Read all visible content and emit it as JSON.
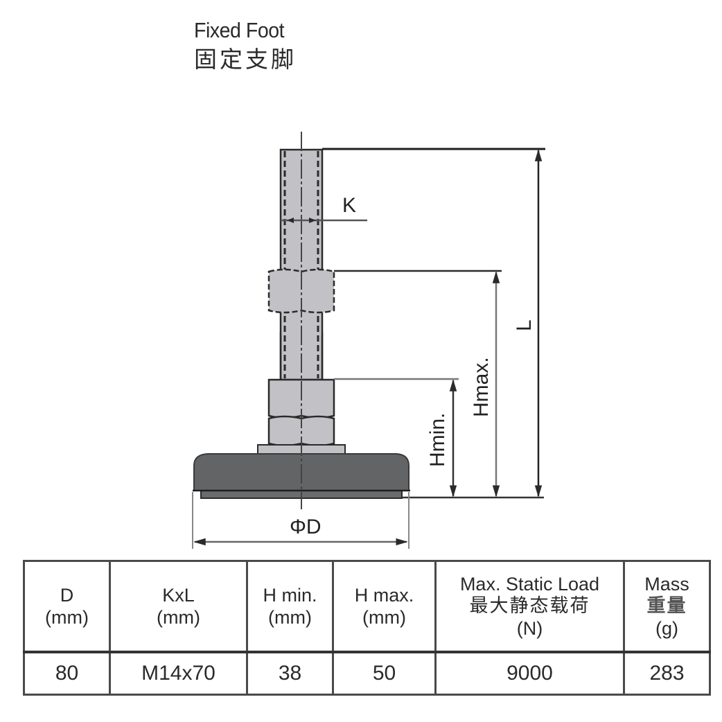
{
  "title": {
    "english": "Fixed Foot",
    "chinese": "固定支脚"
  },
  "drawing": {
    "labels": {
      "thread_diameter": "K",
      "length": "L",
      "height_max": "Hmax.",
      "height_min": "Hmin.",
      "base_diameter": "ΦD"
    },
    "colors": {
      "steel": "#c2c2c6",
      "base": "#636466",
      "outline": "#2a2a2a",
      "dimension_line": "#333333"
    }
  },
  "table": {
    "headers": [
      {
        "line1": "D",
        "line2": "(mm)"
      },
      {
        "line1": "KxL",
        "line2": "(mm)"
      },
      {
        "line1": "H min.",
        "line2": "(mm)"
      },
      {
        "line1": "H max.",
        "line2": "(mm)"
      },
      {
        "line1": "Max. Static Load",
        "cn": "最大静态载荷",
        "line2": "(N)"
      },
      {
        "line1": "Mass",
        "cn": "重量",
        "line2": "(g)"
      }
    ],
    "rows": [
      {
        "D": "80",
        "KxL": "M14x70",
        "Hmin": "38",
        "Hmax": "50",
        "load": "9000",
        "mass": "283"
      }
    ]
  }
}
